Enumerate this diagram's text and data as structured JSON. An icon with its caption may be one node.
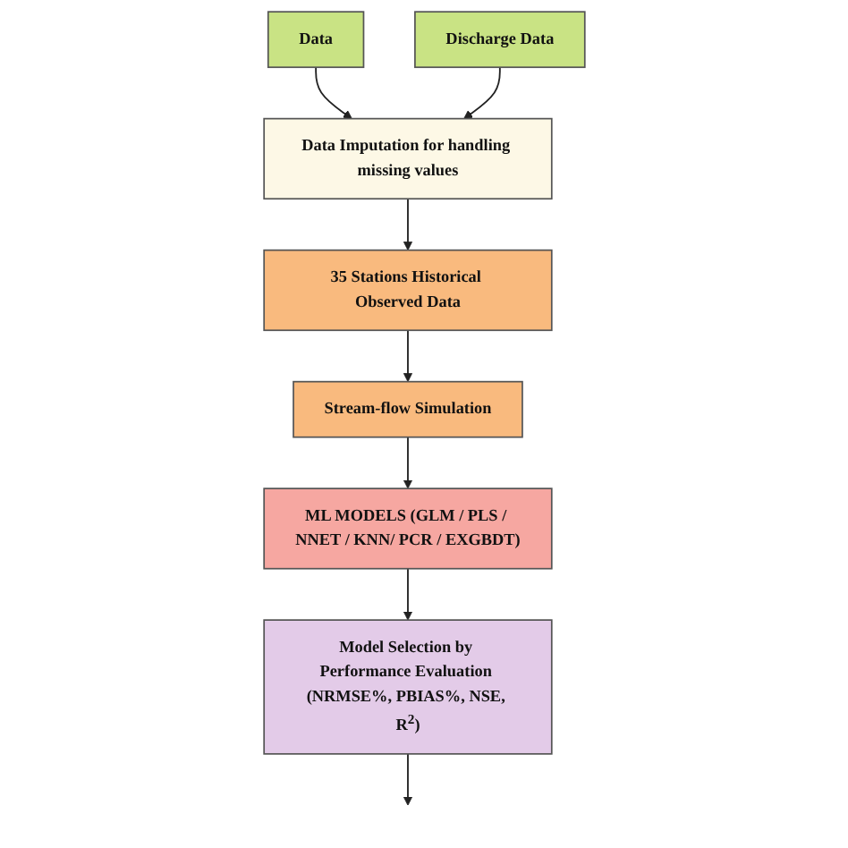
{
  "diagram": {
    "nodes": [
      {
        "text": [
          "Data"
        ]
      },
      {
        "text": [
          "Discharge Data"
        ]
      },
      {
        "text": [
          "Data Imputation for handling missing values"
        ]
      },
      {
        "text": [
          "35 Stations Historical Observed Data"
        ]
      },
      {
        "text": [
          "Stream-flow Simulation"
        ]
      },
      {
        "text": [
          "ML MODELS (GLM / PLS / NNET / KNN/ PCR / EXGBDT)"
        ]
      },
      {
        "text": [
          "Model Selection by Performance Evaluation (NRMSE%, PBIAS%, NSE, R$^{2}$)"
        ]
      }
    ],
    "edges": [
      {
        "from": 0,
        "to": 2,
        "arrow": "to"
      },
      {
        "from": 1,
        "to": 2,
        "arrow": "to"
      },
      {
        "from": 2,
        "to": 3,
        "arrow": "to"
      },
      {
        "from": 3,
        "to": 4,
        "arrow": "to"
      },
      {
        "from": 4,
        "to": 5,
        "arrow": "to"
      },
      {
        "from": 5,
        "to": 6,
        "arrow": "to"
      },
      {
        "from": 6,
        "to": null,
        "arrow": "to"
      }
    ]
  }
}
